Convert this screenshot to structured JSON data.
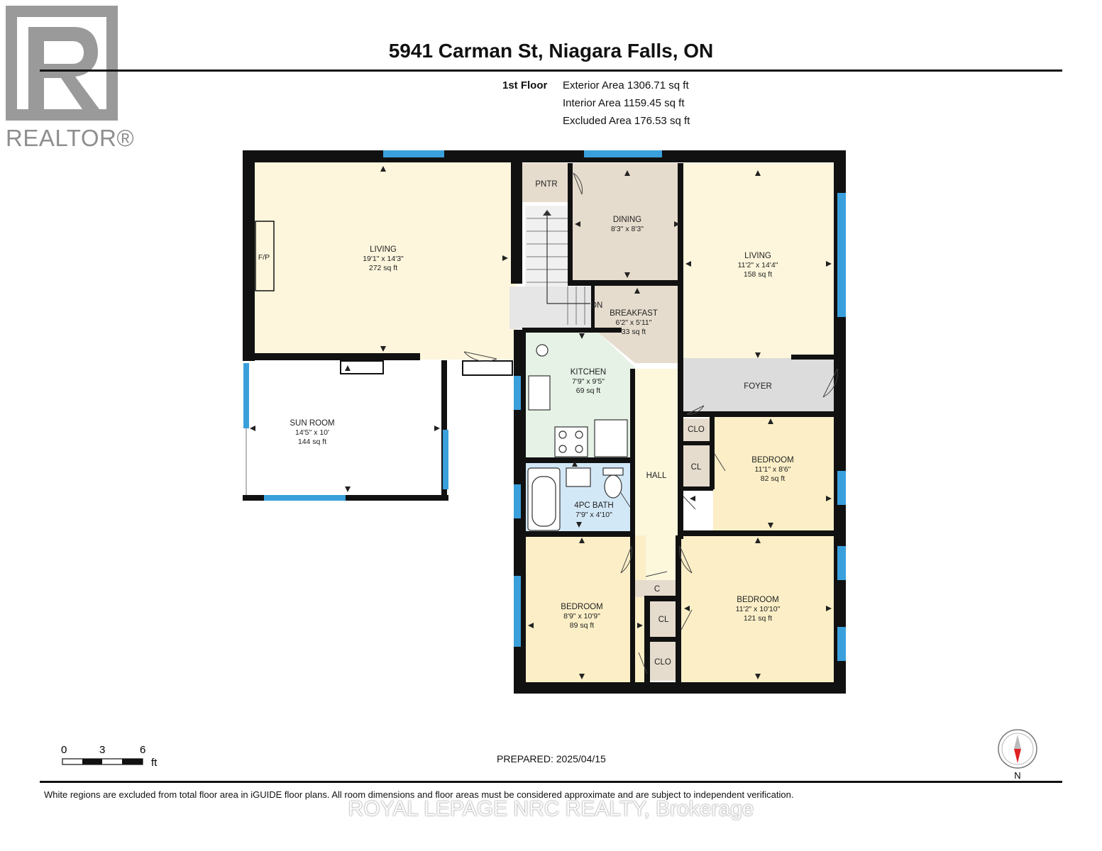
{
  "header": {
    "logo_text": "REALTOR®",
    "address": "5941 Carman St, Niagara Falls, ON"
  },
  "floor_summary": {
    "floor_label": "1st Floor",
    "exterior": "Exterior Area 1306.71 sq ft",
    "interior": "Interior Area 1159.45 sq ft",
    "excluded": "Excluded Area 176.53 sq ft"
  },
  "rooms": {
    "living_west": {
      "name": "LIVING",
      "dims": "19'1\" x 14'3\"",
      "area": "272 sq ft"
    },
    "fireplace": "F/P",
    "sun_room": {
      "name": "SUN ROOM",
      "dims": "14'5\" x 10'",
      "area": "144 sq ft"
    },
    "pantry": "PNTR",
    "dining": {
      "name": "DINING",
      "dims": "8'3\" x 8'3\""
    },
    "living_east": {
      "name": "LIVING",
      "dims": "11'2\" x 14'4\"",
      "area": "158 sq ft"
    },
    "stairs_label": "DN",
    "breakfast": {
      "name": "BREAKFAST",
      "dims": "6'2\" x 5'11\"",
      "area": "33 sq ft"
    },
    "kitchen": {
      "name": "KITCHEN",
      "dims": "7'9\" x 9'5\"",
      "area": "69 sq ft"
    },
    "foyer": "FOYER",
    "hall": "HALL",
    "closet_foyer": "CLO",
    "closet_bed_ne": "CL",
    "bedroom_ne": {
      "name": "BEDROOM",
      "dims": "11'1\" x 8'6\"",
      "area": "82 sq ft"
    },
    "bath": {
      "name": "4PC BATH",
      "dims": "7'9\" x 4'10\""
    },
    "closet_hall": "C",
    "closet_bed_se": "CL",
    "closet_bed_sw": "CLO",
    "bedroom_sw": {
      "name": "BEDROOM",
      "dims": "8'9\" x 10'9\"",
      "area": "89 sq ft"
    },
    "bedroom_se": {
      "name": "BEDROOM",
      "dims": "11'2\" x 10'10\"",
      "area": "121 sq ft"
    }
  },
  "scale": {
    "ticks": [
      "0",
      "3",
      "6"
    ],
    "unit": "ft"
  },
  "footer": {
    "prepared": "PREPARED: 2025/04/15",
    "disclaimer": "White regions are excluded from total floor area in iGUIDE floor plans. All room dimensions and floor areas must be considered approximate and are subject to independent verification.",
    "watermark": "ROYAL LEPAGE NRC REALTY, Brokerage"
  },
  "compass": {
    "label": "N"
  },
  "colors": {
    "wall": "#111111",
    "window": "#3aa0dc",
    "living": "#fdf6dc",
    "dining": "#e6dccd",
    "kitchen": "#e6f2e6",
    "bath": "#d3e8f7",
    "hall": "#fdf8dc",
    "bedroom": "#fcefc7",
    "foyer": "#dcdcdc",
    "closet": "#e6dccd",
    "stairs": "#f0f0f0",
    "logo": "#9a9a9a"
  }
}
